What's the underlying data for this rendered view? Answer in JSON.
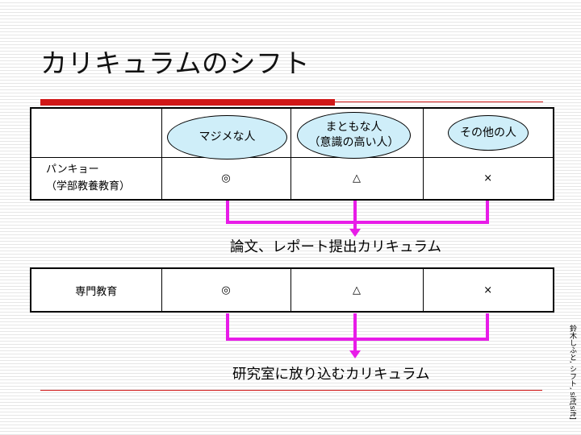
{
  "slide": {
    "title": "カリキュラムのシフト",
    "accent_color": "#d01818",
    "ellipse_color": "#cfeef9",
    "arrow_color": "#e81ce8"
  },
  "header_ellipses": [
    {
      "line1": "マジメな人",
      "line2": ""
    },
    {
      "line1": "まともな人",
      "line2": "（意識の高い人）"
    },
    {
      "line1": "その他の人",
      "line2": ""
    }
  ],
  "table1": {
    "row_label_line1": "パンキョー",
    "row_label_line2": "（学部教養教育）",
    "cells": [
      "◎",
      "△",
      "×"
    ]
  },
  "curriculum1": "論文、レポート提出カリキュラム",
  "table2": {
    "row_label": "専門教育",
    "cells": [
      "◎",
      "△",
      "×"
    ]
  },
  "curriculum2": "研究室に放り込むカリキュラム",
  "side_note": "鈴木しふと, シフト, sift[sift]"
}
